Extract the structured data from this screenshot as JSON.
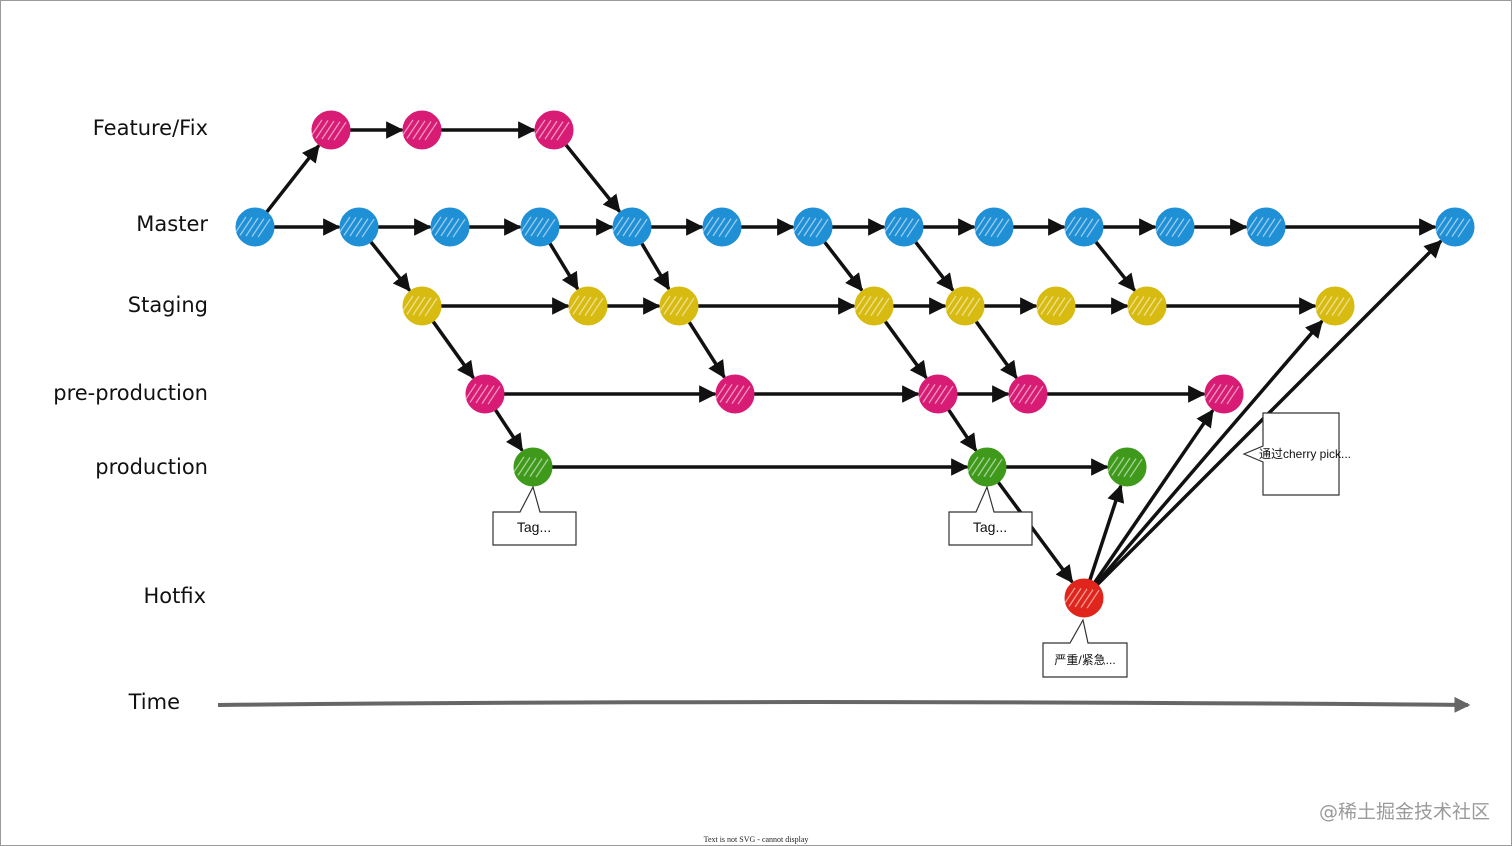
{
  "lanes": [
    {
      "id": "feature",
      "label": "Feature/Fix"
    },
    {
      "id": "master",
      "label": "Master"
    },
    {
      "id": "staging",
      "label": "Staging"
    },
    {
      "id": "preprod",
      "label": "pre-production"
    },
    {
      "id": "production",
      "label": "production"
    },
    {
      "id": "hotfix",
      "label": "Hotfix"
    }
  ],
  "time_label": "Time",
  "callouts": {
    "tag_1": "Tag...",
    "tag_2": "Tag...",
    "hotfix_note": "严重/紧急...",
    "cherry_pick_note": "通过cherry pick..."
  },
  "watermark": "@稀土掘金技术社区",
  "footer_note": "Text is not SVG - cannot display",
  "colors": {
    "master": "#1f8fd6",
    "feature": "#d81b74",
    "staging": "#d8bb10",
    "preprod": "#d81b74",
    "production": "#3f9a1c",
    "hotfix": "#e0251c",
    "arrow": "#111111",
    "time_axis": "#666666"
  }
}
